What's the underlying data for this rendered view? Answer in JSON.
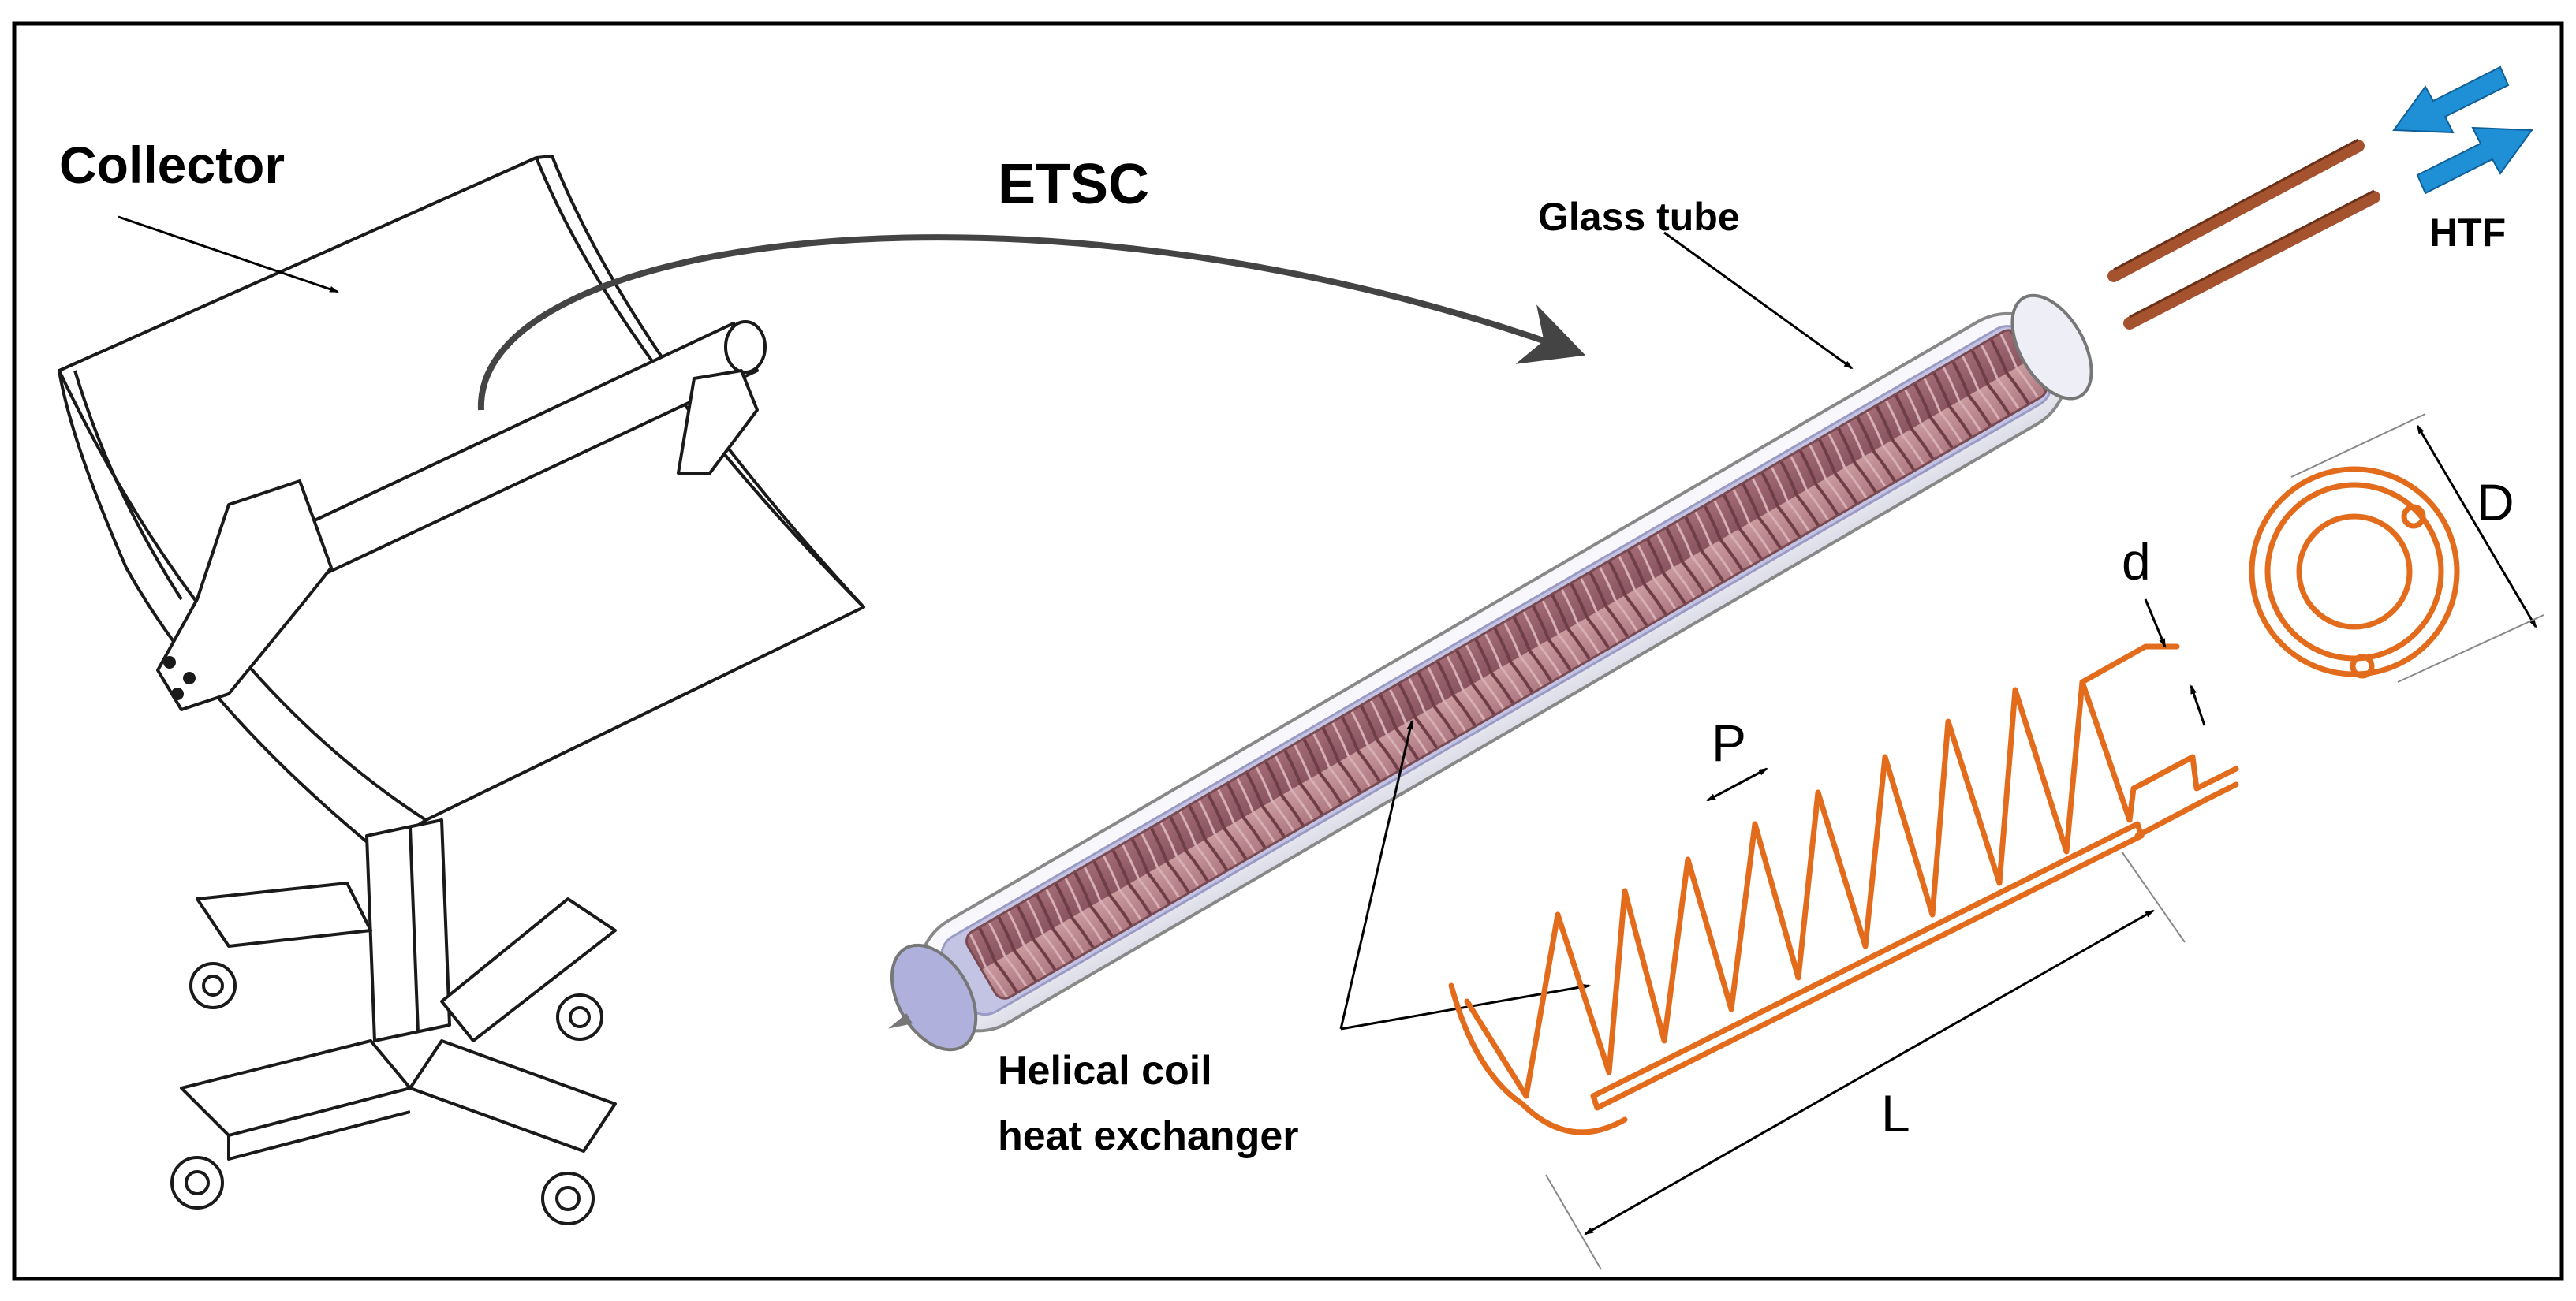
{
  "labels": {
    "collector": "Collector",
    "etsc": "ETSC",
    "glass_tube": "Glass tube",
    "htf": "HTF",
    "helical_line1": "Helical coil",
    "helical_line2": "heat exchanger",
    "dim_D": "D",
    "dim_d": "d",
    "dim_P": "P",
    "dim_L": "L"
  },
  "colors": {
    "frame": "#000000",
    "sketch": "#1a1a1a",
    "arc_arrow": "#444444",
    "copper": "#a5532f",
    "coil_fill": "#b07a80",
    "glass_inner": "#b8b8dd",
    "coil_orange": "#e36b1c",
    "htf_arrow": "#1f8fd6"
  }
}
